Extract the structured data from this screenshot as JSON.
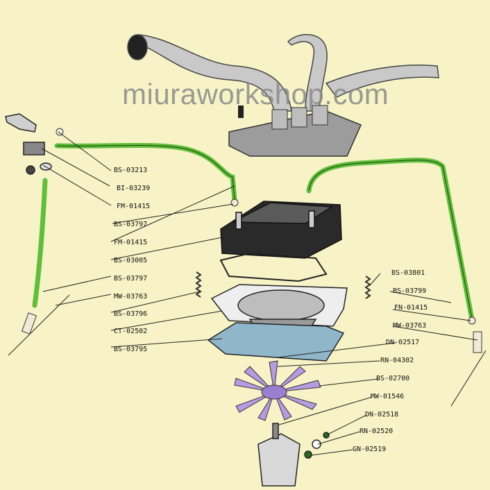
{
  "watermark": "miuraworkshop.com",
  "parts_left": [
    "BS-03213",
    "BI-03239",
    "FM-01415",
    "BS-03797",
    "FM-01415",
    "BS-03005",
    "BS-03797",
    "MW-03763",
    "BS-03796",
    "CT-02502",
    "BS-03795"
  ],
  "parts_right": [
    "BS-03801",
    "BS-03799",
    "FN-01415",
    "MW-03763",
    "DN-02517",
    "RN-04302",
    "BS-02700",
    "MW-01546",
    "DN-02518",
    "RN-02520",
    "GN-02519"
  ],
  "colors": {
    "background": "#f7f3c6",
    "hose": "#5fbf3a",
    "fan": "#b59be0",
    "gasket": "#8fb7c9",
    "dark": "#222222"
  }
}
